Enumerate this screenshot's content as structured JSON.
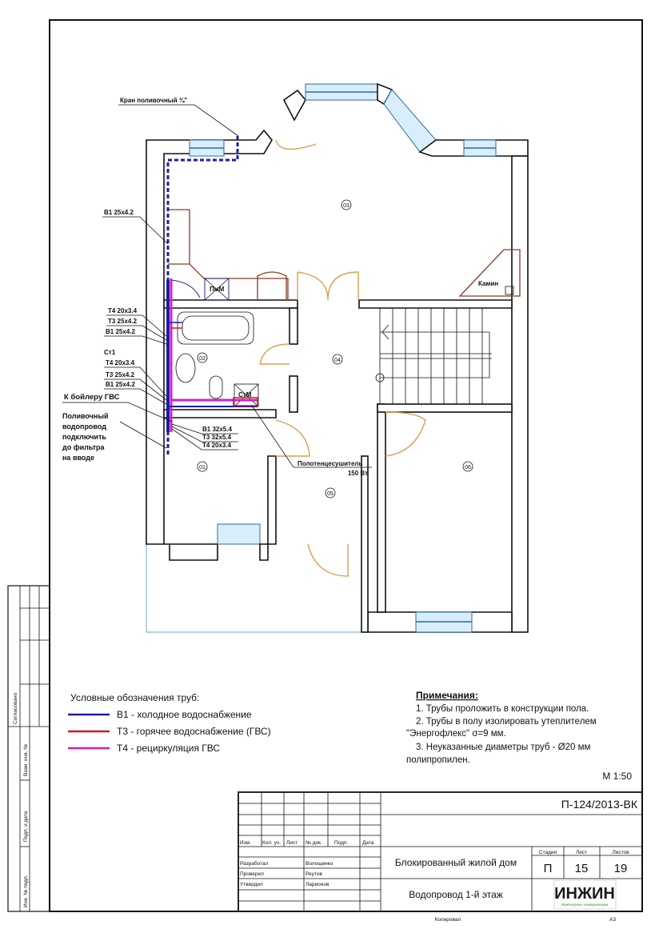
{
  "drawing": {
    "rooms": [
      "01",
      "02",
      "03",
      "04",
      "05",
      "06"
    ],
    "fixtures": {
      "dishwasher": "ПмМ",
      "washer": "СтМ",
      "fireplace": "Камин"
    },
    "callouts": {
      "tap": "Кран поливочный ¾\"",
      "b1_main": "В1 25х4.2",
      "group1": [
        "Т4 20х3.4",
        "Т3 25х4.2",
        "В1 25х4.2"
      ],
      "riser": "Ст1",
      "group2": [
        "Т4 20х3.4",
        "Т3 25х4.2",
        "В1 25х4.2"
      ],
      "boiler": "К бойлеру ГВС",
      "irrigation": [
        "Поливочный",
        "водопровод",
        "подключить",
        "до фильтра",
        "на вводе"
      ],
      "group3": [
        "В1 32х5.4",
        "Т3 32х5.4",
        "Т4 20х3.4"
      ],
      "towel_dryer": [
        "Полотенцесушитель",
        "150 Вт"
      ]
    }
  },
  "legend": {
    "title": "Условные обозначения  труб:",
    "items": [
      {
        "label": "В1 - холодное водоснабжение",
        "color": "#1c1ca8"
      },
      {
        "label": "Т3 - горячее водоснабжение (ГВС)",
        "color": "#cc1a1a"
      },
      {
        "label": "Т4 - рециркуляция ГВС",
        "color": "#d21fc4"
      }
    ]
  },
  "notes": {
    "title": "Примечания:",
    "lines": [
      "1. Трубы проложить в конструкции пола.",
      "2. Трубы в полу изолировать утеплителем",
      "\"Энергофлекс\" σ=9 мм.",
      "3. Неуказанные диаметры труб - Ø20 мм",
      "полипропилен."
    ],
    "scale": "М 1:50"
  },
  "side_stamp": {
    "agreed": "Согласовано",
    "inv_repl": "Взам. инв. №",
    "sign_date": "Подп. и дата",
    "inv_orig": "Инв. № подл."
  },
  "title_block": {
    "code": "П-124/2013-ВК",
    "headers": [
      "Изм.",
      "Кол. уч.",
      "Лист",
      "№ док.",
      "Подп.",
      "Дата"
    ],
    "people": [
      {
        "role": "Разработал",
        "name": "Волощенко"
      },
      {
        "role": "Проверил",
        "name": "Реутов"
      },
      {
        "role": "Утвердил",
        "name": "Ларионов"
      }
    ],
    "project": "Блокированный жилой дом",
    "sheet_title": "Водопровод 1-й этаж",
    "stage_label": "Стадия",
    "sheet_label": "Лист",
    "sheets_label": "Листов",
    "stage": "П",
    "sheet": "15",
    "sheets": "19",
    "logo": "ИНЖИН",
    "logo_sub": "Инженерные коммуникации",
    "copied": "Копировал",
    "format": "А3"
  }
}
